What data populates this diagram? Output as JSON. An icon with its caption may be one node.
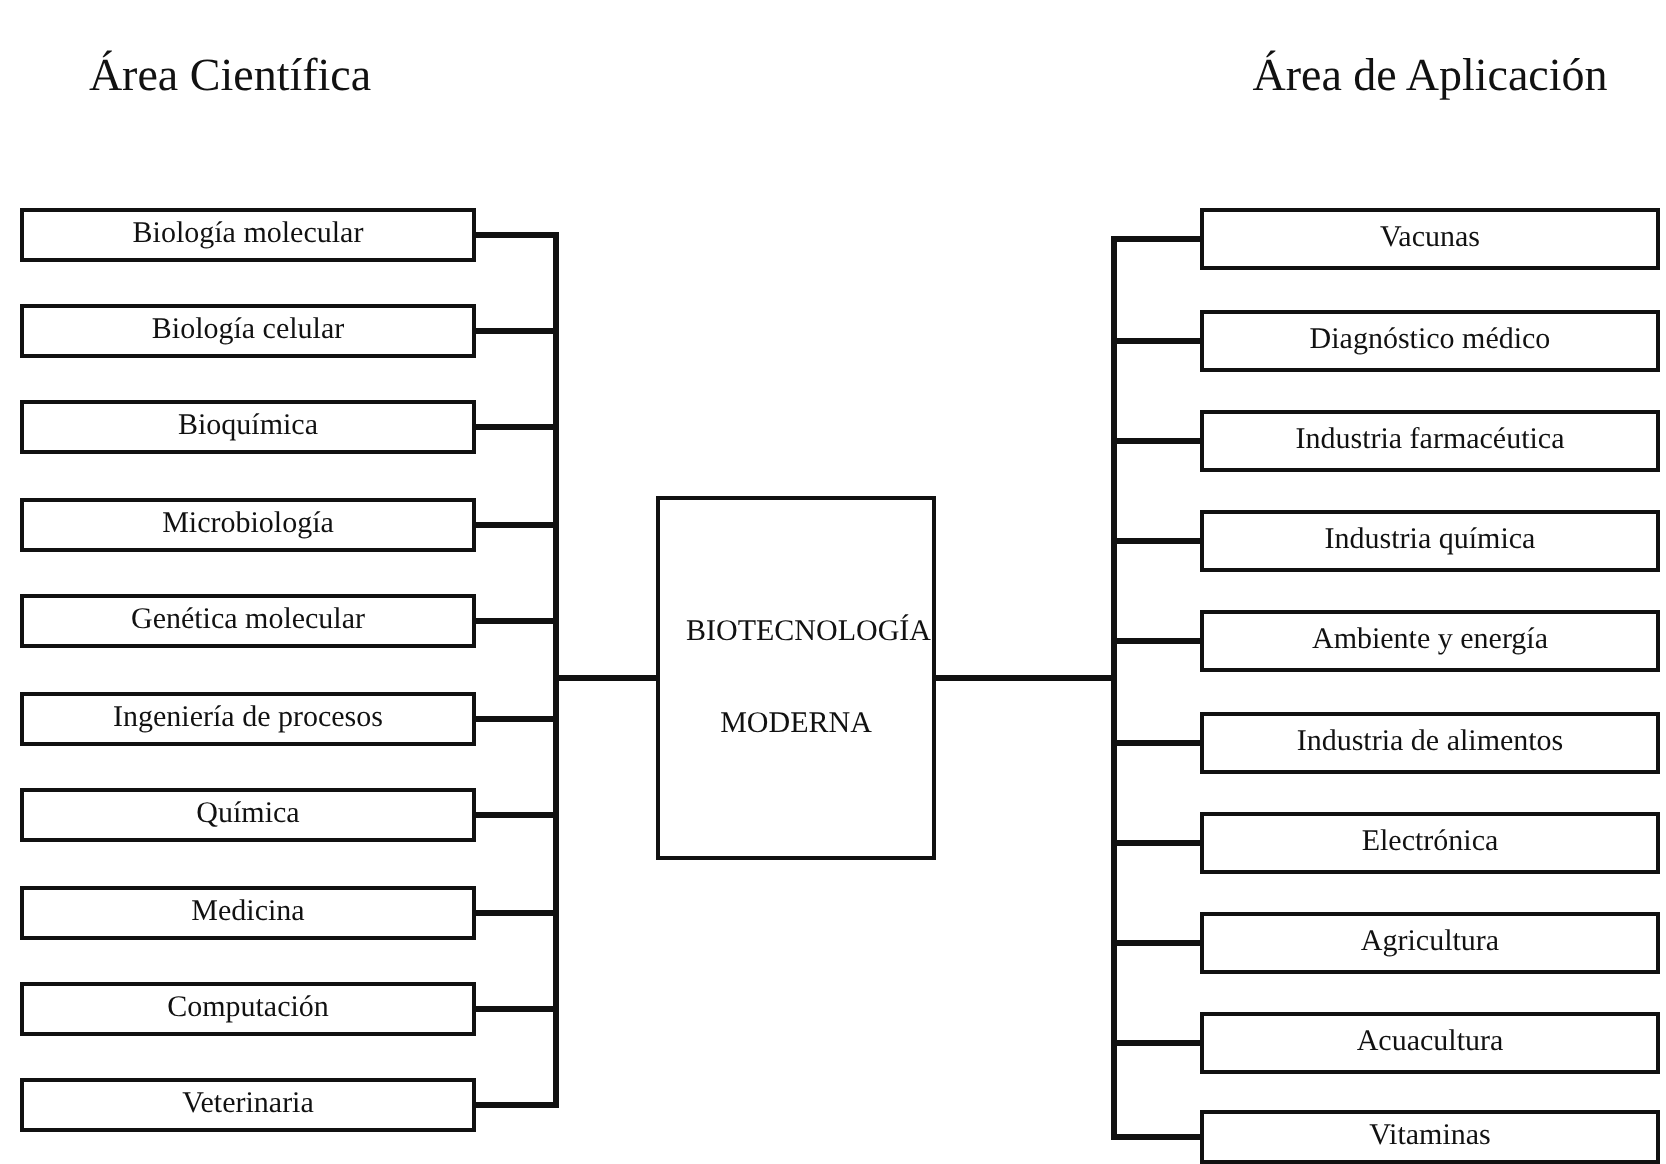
{
  "diagram": {
    "nodes": [
      {
        "text": [
          "Biología molecular"
        ]
      },
      {
        "text": [
          "Biología celular"
        ]
      },
      {
        "text": [
          "Bioquímica"
        ]
      },
      {
        "text": [
          "Microbiología"
        ]
      },
      {
        "text": [
          "Genética molecular"
        ]
      },
      {
        "text": [
          "Ingeniería de procesos"
        ]
      },
      {
        "text": [
          "Química"
        ]
      },
      {
        "text": [
          "Medicina"
        ]
      },
      {
        "text": [
          "Computación"
        ]
      },
      {
        "text": [
          "Veterinaria"
        ]
      },
      {
        "text": [
          "BIOTECNOLOGÍA MODERNA"
        ]
      },
      {
        "text": [
          "Vacunas"
        ]
      },
      {
        "text": [
          "Diagnóstico médico"
        ]
      },
      {
        "text": [
          "Industria farmacéutica"
        ]
      },
      {
        "text": [
          "Industria química"
        ]
      },
      {
        "text": [
          "Ambiente y energía"
        ]
      },
      {
        "text": [
          "Industria de alimentos"
        ]
      },
      {
        "text": [
          "Electrónica"
        ]
      },
      {
        "text": [
          "Agricultura"
        ]
      },
      {
        "text": [
          "Acuacultura"
        ]
      },
      {
        "text": [
          "Vitaminas"
        ]
      }
    ],
    "edges": [
      {
        "from": 0,
        "to": 10,
        "arrow": "none"
      },
      {
        "from": 1,
        "to": 10,
        "arrow": "none"
      },
      {
        "from": 2,
        "to": 10,
        "arrow": "none"
      },
      {
        "from": 3,
        "to": 10,
        "arrow": "none"
      },
      {
        "from": 4,
        "to": 10,
        "arrow": "none"
      },
      {
        "from": 5,
        "to": 10,
        "arrow": "none"
      },
      {
        "from": 6,
        "to": 10,
        "arrow": "none"
      },
      {
        "from": 7,
        "to": 10,
        "arrow": "none"
      },
      {
        "from": 8,
        "to": 10,
        "arrow": "none"
      },
      {
        "from": 9,
        "to": 10,
        "arrow": "none"
      },
      {
        "from": 10,
        "to": 11,
        "arrow": "none"
      },
      {
        "from": 10,
        "to": 12,
        "arrow": "none"
      },
      {
        "from": 10,
        "to": 13,
        "arrow": "none"
      },
      {
        "from": 10,
        "to": 14,
        "arrow": "none"
      },
      {
        "from": 10,
        "to": 15,
        "arrow": "none"
      },
      {
        "from": 10,
        "to": 16,
        "arrow": "none"
      },
      {
        "from": 10,
        "to": 17,
        "arrow": "none"
      },
      {
        "from": 10,
        "to": 18,
        "arrow": "none"
      },
      {
        "from": 10,
        "to": 19,
        "arrow": "none"
      },
      {
        "from": 10,
        "to": 20,
        "arrow": "none"
      }
    ],
    "labels": [
      "Área Científica",
      "Área de Aplicación"
    ]
  }
}
